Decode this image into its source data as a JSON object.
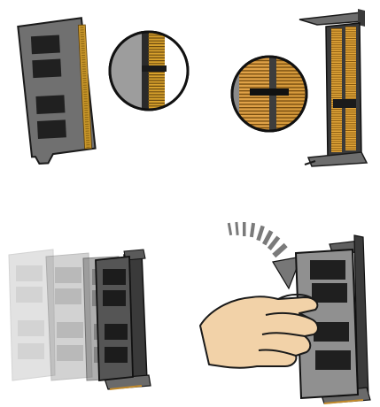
{
  "figure": {
    "steps": [
      {
        "id": "step-1",
        "icon": "ram-module-with-notch-callout"
      },
      {
        "id": "step-2",
        "icon": "sodimm-slot-with-notch-callout"
      },
      {
        "id": "step-3",
        "icon": "ram-insert-angled-sequence"
      },
      {
        "id": "step-4",
        "icon": "hand-press-down-module"
      }
    ],
    "colors": {
      "pcb": "#707070",
      "pcb_dark": "#2b2b2b",
      "chip": "#202020",
      "gold": "#d6a02c",
      "skin": "#f2d2a8",
      "outline": "#1a1a1a"
    }
  }
}
